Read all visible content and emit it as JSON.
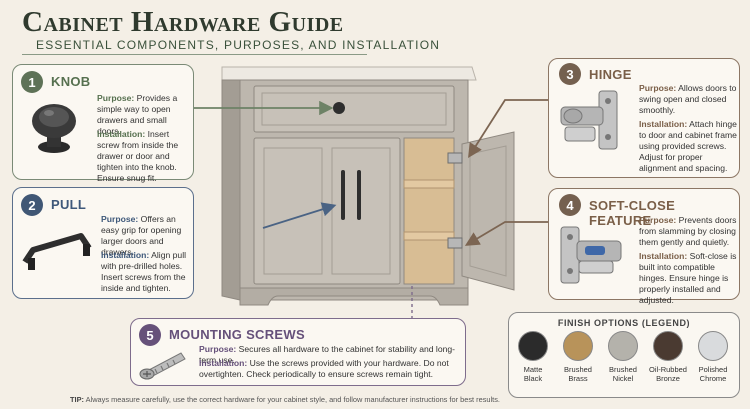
{
  "header": {
    "title": "Cabinet Hardware Guide",
    "subtitle": "ESSENTIAL COMPONENTS, PURPOSES, AND INSTALLATION"
  },
  "purpose_label": "Purpose:",
  "installation_label": "Installation:",
  "cards": {
    "knob": {
      "number": "1",
      "title": "KNOB",
      "purpose": "Provides a simple way to open drawers and small doors.",
      "installation": "Insert screw from inside the drawer or door and tighten into the knob. Ensure snug fit."
    },
    "pull": {
      "number": "2",
      "title": "PULL",
      "purpose": "Offers an easy grip for opening larger doors and drawers.",
      "installation": "Align pull with pre-drilled holes. Insert screws from the inside and tighten."
    },
    "hinge": {
      "number": "3",
      "title": "HINGE",
      "purpose": "Allows doors to swing open and closed smoothly.",
      "installation": "Attach hinge to door and cabinet frame using provided screws. Adjust for proper alignment and spacing."
    },
    "softclose": {
      "number": "4",
      "title": "SOFT-CLOSE FEATURE",
      "purpose": "Prevents doors from slamming by closing them gently and quietly.",
      "installation": "Soft-close is built into compatible hinges. Ensure hinge is properly installed and adjusted."
    },
    "screws": {
      "number": "5",
      "title": "MOUNTING SCREWS",
      "purpose": "Secures all hardware to the cabinet for stability and long-term use.",
      "installation": "Use the screws provided with your hardware. Do not overtighten. Check periodically to ensure screws remain tight."
    }
  },
  "legend": {
    "title": "FINISH OPTIONS (LEGEND)",
    "items": [
      {
        "line1": "Matte",
        "line2": "Black",
        "color": "#2b2b2b"
      },
      {
        "line1": "Brushed",
        "line2": "Brass",
        "color": "#b8935a"
      },
      {
        "line1": "Brushed",
        "line2": "Nickel",
        "color": "#b4b2ab"
      },
      {
        "line1": "Oil-Rubbed",
        "line2": "Bronze",
        "color": "#4a3a31"
      },
      {
        "line1": "Polished",
        "line2": "Chrome",
        "color": "#d9dbdd"
      }
    ]
  },
  "tip": {
    "label": "TIP:",
    "text": "Always measure carefully, use the correct hardware for your cabinet style, and follow manufacturer instructions for best results."
  },
  "colors": {
    "cabinet": "#bdb7ae",
    "cabinet_dark": "#a39d94",
    "countertop": "#ede9e2",
    "wood_interior": "#d8bd94",
    "hardware": "#2e2e2e"
  }
}
